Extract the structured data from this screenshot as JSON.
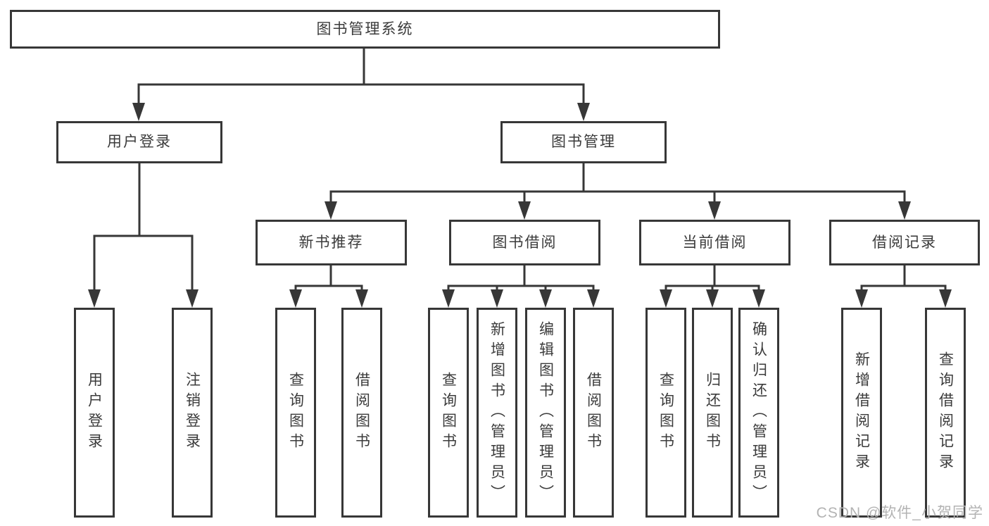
{
  "diagram": {
    "root": {
      "label": "图书管理系统"
    },
    "branches": {
      "user_login": {
        "label": "用户登录",
        "children": {
          "login": {
            "label": "用户登录"
          },
          "logout": {
            "label": "注销登录"
          }
        }
      },
      "book_management": {
        "label": "图书管理",
        "children": {
          "new_book_recommend": {
            "label": "新书推荐",
            "children": {
              "query_books": {
                "label": "查询图书"
              },
              "borrow_books": {
                "label": "借阅图书"
              }
            }
          },
          "book_borrowing": {
            "label": "图书借阅",
            "children": {
              "query_books": {
                "label": "查询图书"
              },
              "add_books": {
                "label": "新增图书（管理员）"
              },
              "edit_books": {
                "label": "编辑图书（管理员）"
              },
              "borrow_books": {
                "label": "借阅图书"
              }
            }
          },
          "current_borrowing": {
            "label": "当前借阅",
            "children": {
              "query_books": {
                "label": "查询图书"
              },
              "return_books": {
                "label": "归还图书"
              },
              "confirm_return": {
                "label": "确认归还（管理员）"
              }
            }
          },
          "borrowing_records": {
            "label": "借阅记录",
            "children": {
              "add_record": {
                "label": "新增借阅记录"
              },
              "query_record": {
                "label": "查询借阅记录"
              }
            }
          }
        }
      }
    }
  },
  "watermark": {
    "text": "CSDN @软件_小贺同学"
  },
  "colors": {
    "line": "#373737",
    "text": "#3b3b3b",
    "watermark": "#b3b3b3",
    "background": "#ffffff"
  }
}
